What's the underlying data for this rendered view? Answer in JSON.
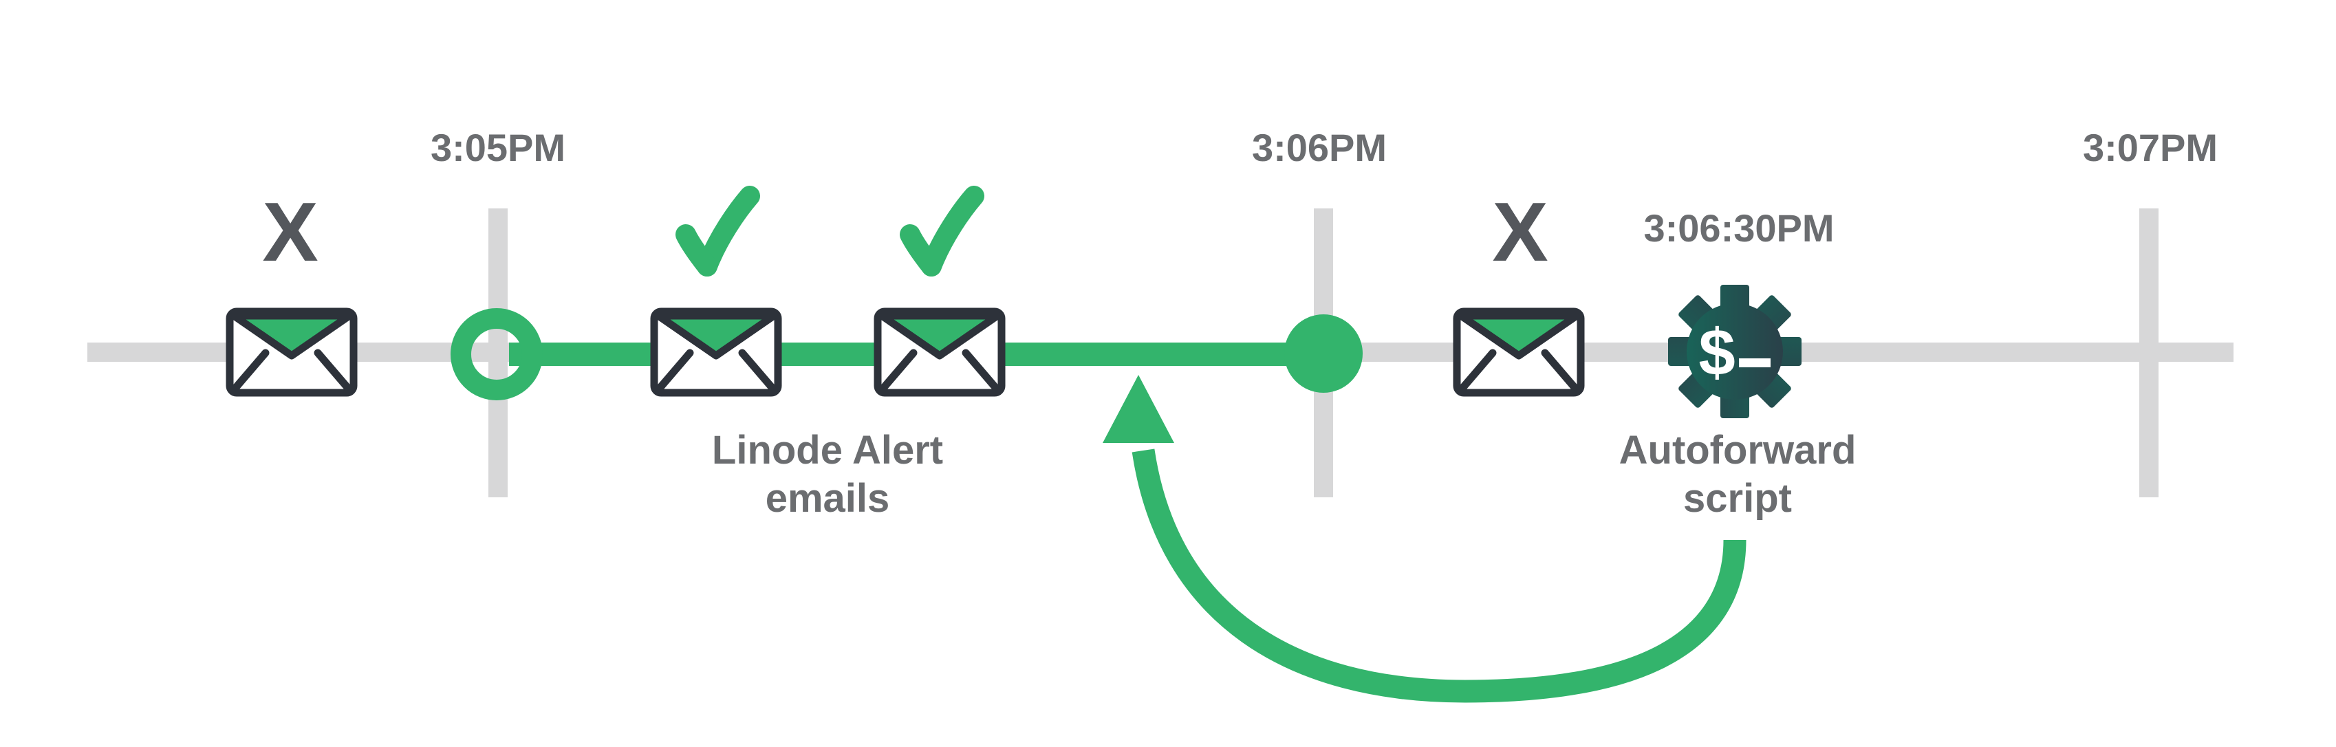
{
  "colors": {
    "green": "#33b46c",
    "light_gray": "#d7d7d8",
    "label_gray": "#6b6d70",
    "x_gray": "#54575c",
    "envelope_outline": "#2d323a",
    "envelope_body": "#ffffff",
    "gear_gradient_left": "#166a5b",
    "gear_gradient_right": "#2d3a46",
    "gear_glyph_white": "#ffffff"
  },
  "timeline": {
    "ticks": [
      {
        "label": "3:05PM"
      },
      {
        "label": "3:06PM"
      },
      {
        "label": "3:07PM"
      }
    ],
    "event_time_label": "3:06:30PM"
  },
  "annotations": {
    "alert_label_line1": "Linode Alert",
    "alert_label_line2": "emails",
    "autoforward_label_line1": "Autoforward",
    "autoforward_label_line2": "script",
    "missed_glyph": "X",
    "gear_dollar_glyph": "$"
  },
  "icons": {
    "envelope": "envelope-icon",
    "checkmark": "checkmark-icon",
    "x_mark": "x-mark-icon",
    "gear": "gear-terminal-icon",
    "arrow": "curved-arrow-icon"
  }
}
